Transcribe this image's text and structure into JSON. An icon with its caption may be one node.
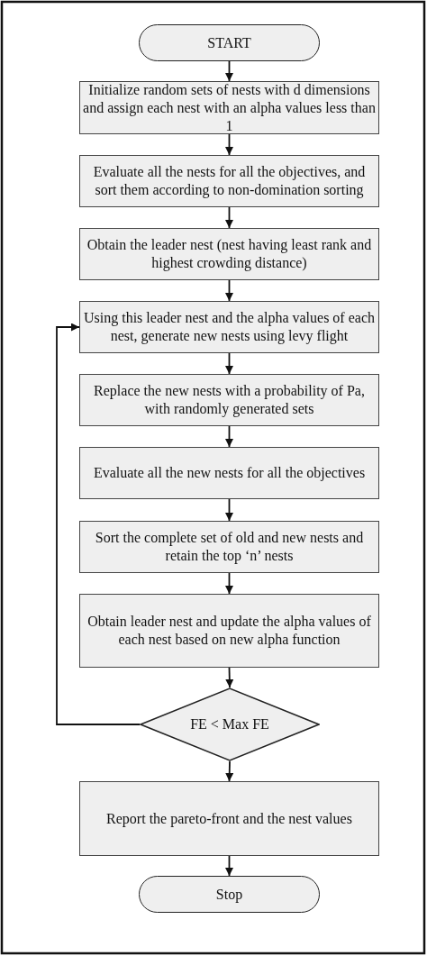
{
  "diagram": {
    "nodes": [
      {
        "text": [
          "START"
        ]
      },
      {
        "text": [
          "Initialize random sets of nests with d dimensions and assign each nest with an alpha values less than 1"
        ]
      },
      {
        "text": [
          "Evaluate all the nests for all the objectives, and sort them according to non-domination sorting"
        ]
      },
      {
        "text": [
          "Obtain the leader nest (nest having least rank and highest crowding distance)"
        ]
      },
      {
        "text": [
          "Using this leader nest and the alpha values of each nest, generate new nests using levy flight"
        ]
      },
      {
        "text": [
          "Replace the new nests with a probability of Pa, with randomly generated sets"
        ]
      },
      {
        "text": [
          "Evaluate all the new nests for all the objectives"
        ]
      },
      {
        "text": [
          "Sort the complete set of old and new nests and retain the top ‘n’ nests"
        ]
      },
      {
        "text": [
          "Obtain leader nest and update the alpha values of each nest based on new alpha function"
        ]
      },
      {
        "text": [
          "FE < Max FE"
        ]
      },
      {
        "text": [
          "Report the pareto-front and the nest values"
        ]
      },
      {
        "text": [
          "Stop"
        ]
      }
    ],
    "edges": [
      {
        "from": 0,
        "to": 1,
        "arrow": "to"
      },
      {
        "from": 1,
        "to": 2,
        "arrow": "to"
      },
      {
        "from": 2,
        "to": 3,
        "arrow": "to"
      },
      {
        "from": 3,
        "to": 4,
        "arrow": "to"
      },
      {
        "from": 4,
        "to": 5,
        "arrow": "to"
      },
      {
        "from": 5,
        "to": 6,
        "arrow": "to"
      },
      {
        "from": 6,
        "to": 7,
        "arrow": "to"
      },
      {
        "from": 7,
        "to": 8,
        "arrow": "to"
      },
      {
        "from": 8,
        "to": 9,
        "arrow": "to"
      },
      {
        "from": 9,
        "to": 4,
        "arrow": "to"
      },
      {
        "from": 9,
        "to": 10,
        "arrow": "to"
      },
      {
        "from": 10,
        "to": 11,
        "arrow": "to"
      }
    ]
  }
}
